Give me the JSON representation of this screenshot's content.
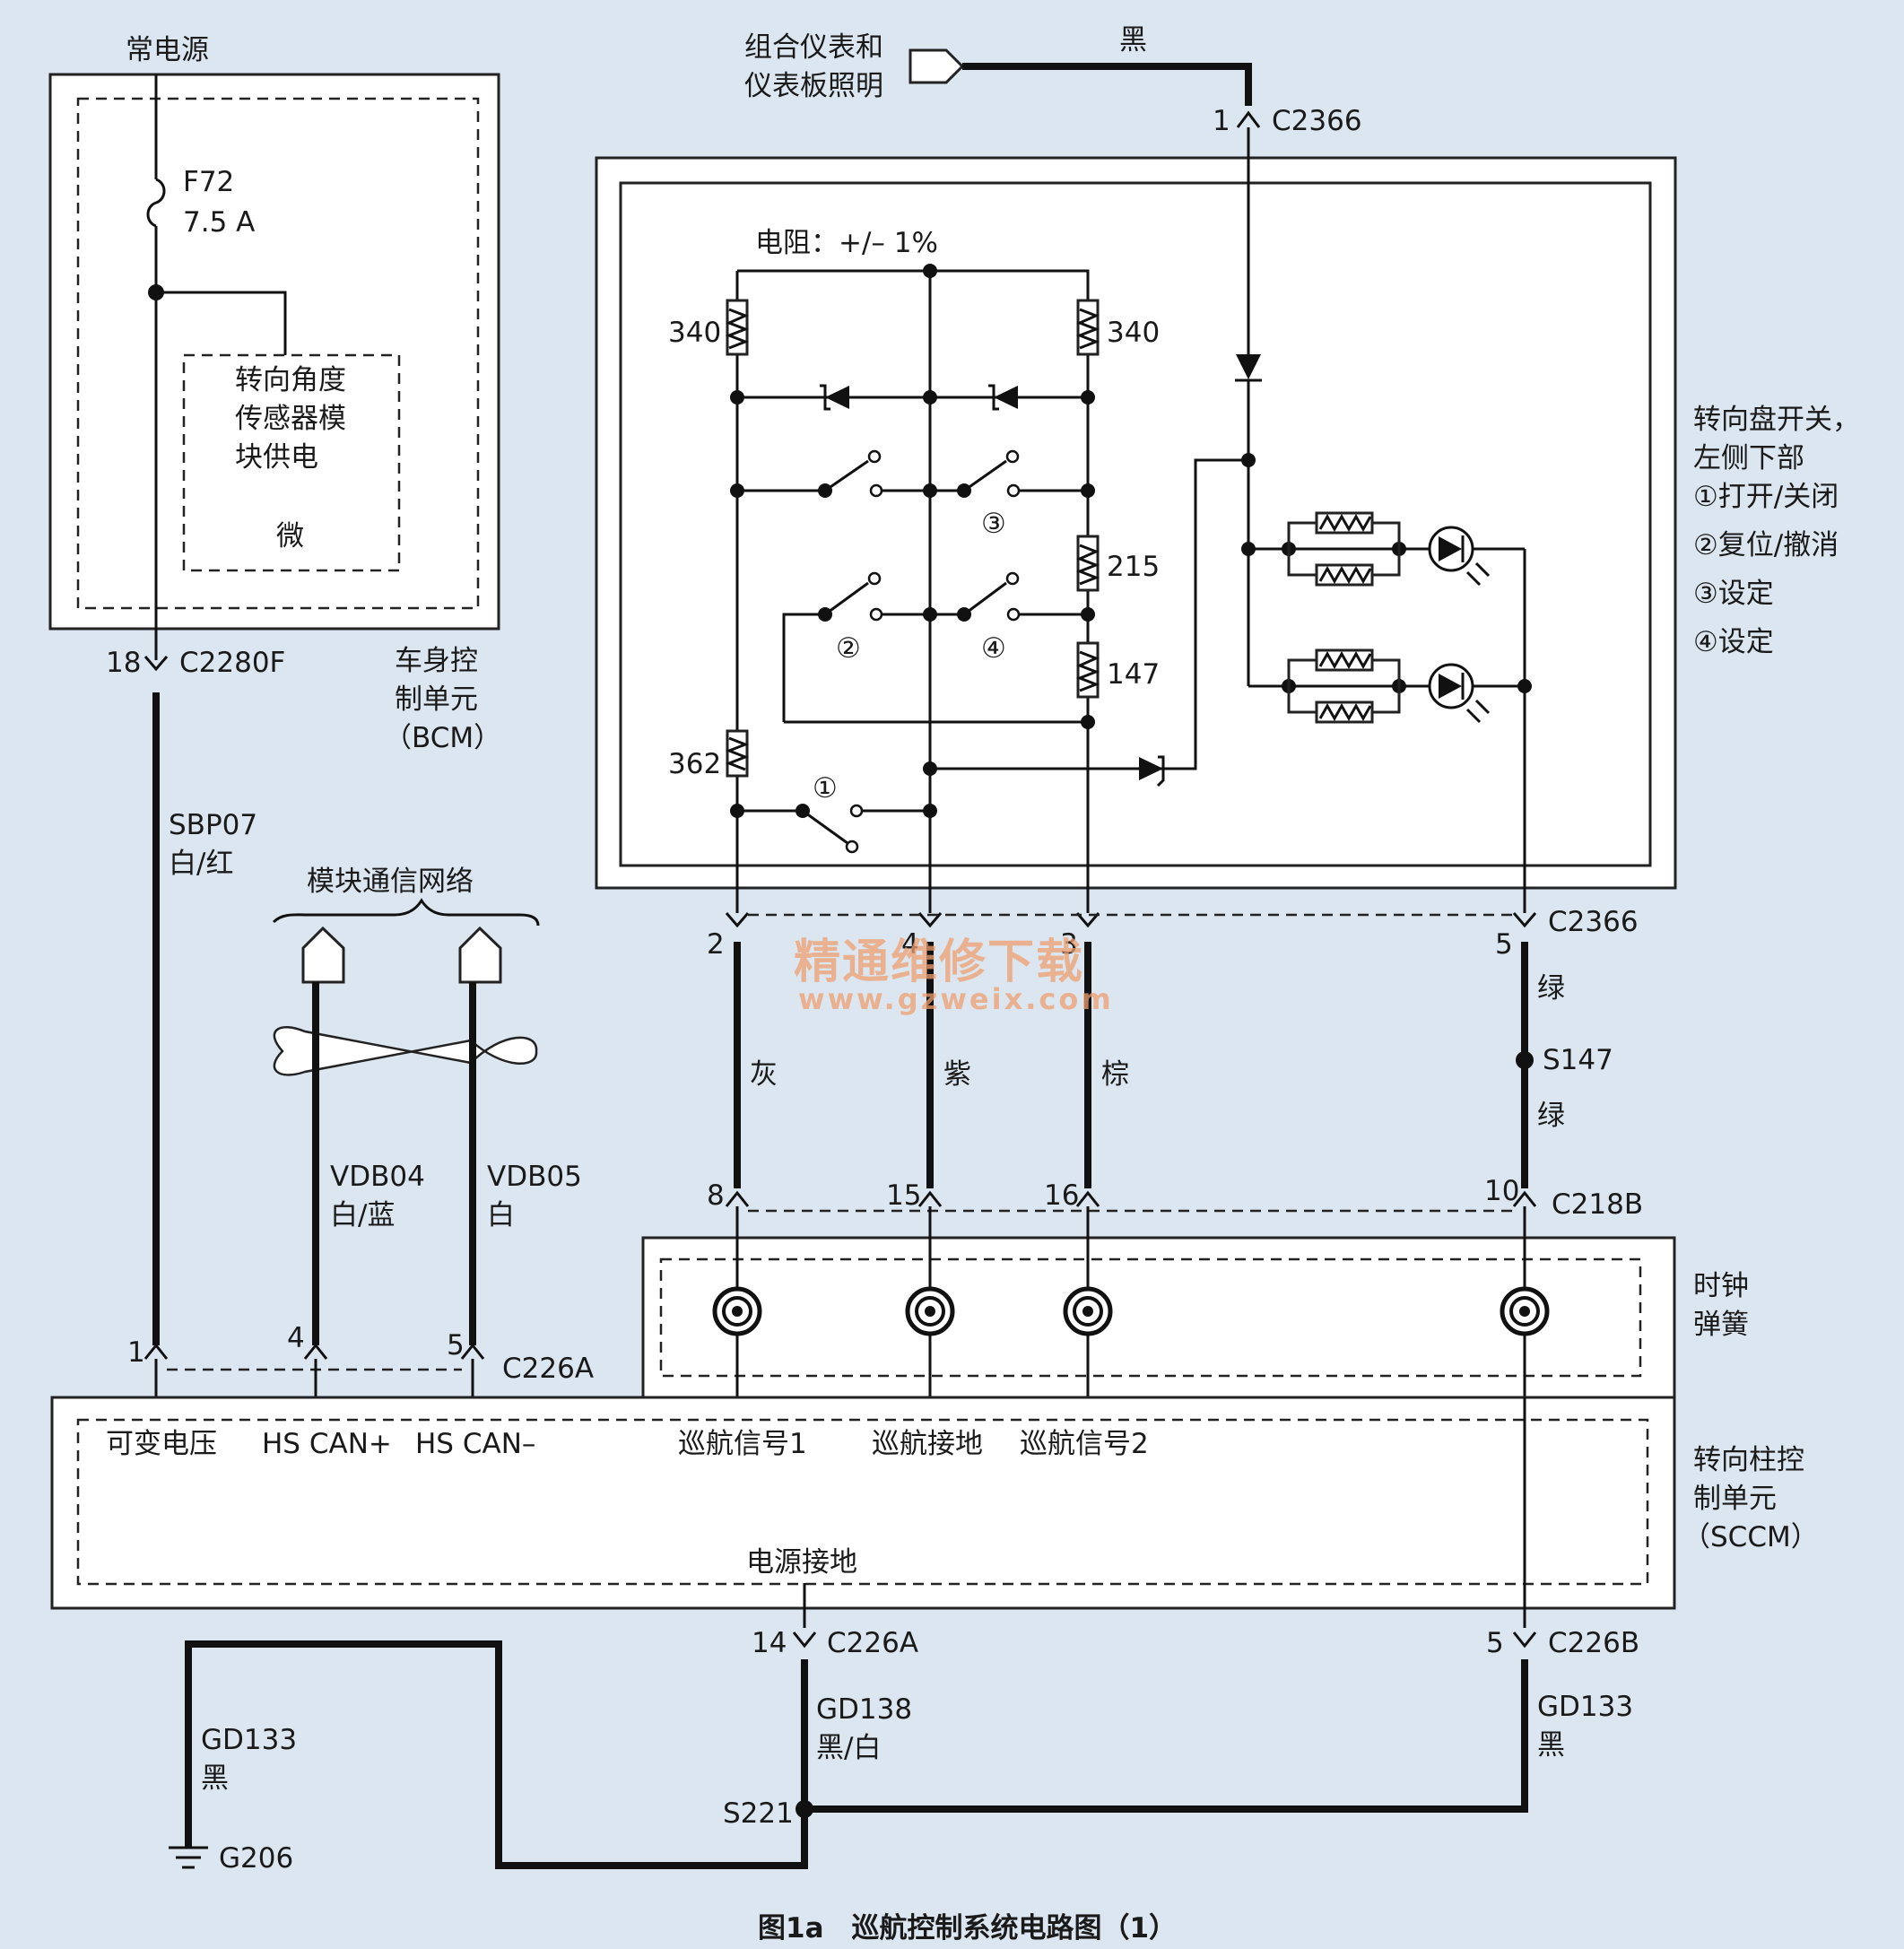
{
  "bcm": {
    "power_label": "常电源",
    "fuse_name": "F72",
    "fuse_rating": "7.5 A",
    "sub_module_line1": "转向角度",
    "sub_module_line2": "传感器模",
    "sub_module_line3": "块供电",
    "sub_module_note": "微",
    "name_line1": "车身控",
    "name_line2": "制单元",
    "name_line3": "（BCM）",
    "connector": "C2280F",
    "pin": "18"
  },
  "wires": {
    "sbp07_code": "SBP07",
    "sbp07_color": "白/红",
    "vdb04_code": "VDB04",
    "vdb04_color": "白/蓝",
    "vdb05_code": "VDB05",
    "vdb05_color": "白",
    "gray": "灰",
    "purple": "紫",
    "brown": "棕",
    "green1": "绿",
    "green2": "绿",
    "top_black": "黑",
    "gd138_code": "GD138",
    "gd138_color": "黑/白",
    "gd133_left_code": "GD133",
    "gd133_left_color": "黑",
    "gd133_right_code": "GD133",
    "gd133_right_color": "黑"
  },
  "network": {
    "label": "模块通信网络"
  },
  "switch_unit": {
    "lamp_source_line1": "组合仪表和",
    "lamp_source_line2": "仪表板照明",
    "tolerance": "电阻：+/– 1%",
    "r_left_top": "340",
    "r_right_top": "340",
    "r_215": "215",
    "r_147": "147",
    "r_362": "362",
    "sw1": "①",
    "sw2": "②",
    "sw3": "③",
    "sw4": "④",
    "desc_line1": "转向盘开关，",
    "desc_line2": "左侧下部",
    "desc_item1": "①打开/关闭",
    "desc_item2": "②复位/撤消",
    "desc_item3": "③设定",
    "desc_item4": "④设定"
  },
  "connectors": {
    "c2366_top": "C2366",
    "c2366_top_pin": "1",
    "c2366_bottom": "C2366",
    "c2366_pin2": "2",
    "c2366_pin4": "4",
    "c2366_pin3": "3",
    "c2366_pin5": "5",
    "c218b": "C218B",
    "c218b_pin8": "8",
    "c218b_pin15": "15",
    "c218b_pin16": "16",
    "c218b_pin10": "10",
    "c226a_top": "C226A",
    "c226a_pin1": "1",
    "c226a_pin4": "4",
    "c226a_pin5": "5",
    "c226a_bottom": "C226A",
    "c226a_pin14": "14",
    "c226b": "C226B",
    "c226b_pin5": "5"
  },
  "splices": {
    "s147": "S147",
    "s221": "S221"
  },
  "grounds": {
    "g206": "G206"
  },
  "clockspring": {
    "line1": "时钟",
    "line2": "弹簧"
  },
  "sccm": {
    "name_line1": "转向柱控",
    "name_line2": "制单元",
    "name_line3": "（SCCM）",
    "pin_variable_voltage": "可变电压",
    "pin_hs_can_plus": "HS CAN+",
    "pin_hs_can_minus": "HS CAN–",
    "pin_cruise_signal1": "巡航信号1",
    "pin_cruise_ground": "巡航接地",
    "pin_cruise_signal2": "巡航信号2",
    "pin_power_ground": "电源接地"
  },
  "watermark": {
    "line1": "精通维修下载",
    "line2": "www.gzweix.com"
  },
  "caption": "图1a　巡航控制系统电路图（1）"
}
